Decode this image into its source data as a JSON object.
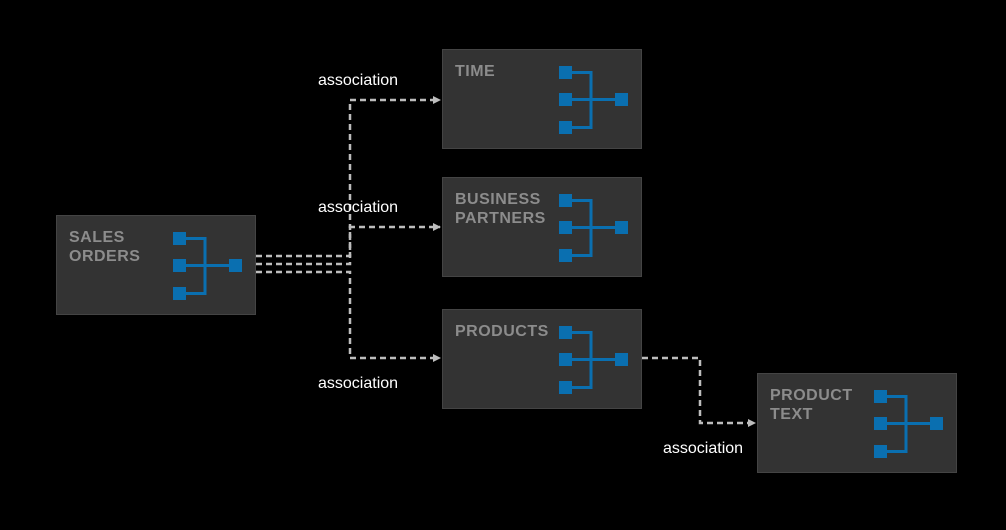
{
  "nodes": {
    "sales_orders": "SALES\nORDERS",
    "time": "TIME",
    "business_partners": "BUSINESS\nPARTNERS",
    "products": "PRODUCTS",
    "product_text": "PRODUCT\nTEXT"
  },
  "edges": {
    "time": "association",
    "business_partners": "association",
    "products": "association",
    "product_text": "association"
  },
  "colors": {
    "background": "#000000",
    "node_fill": "#333333",
    "node_text": "#8c8c8c",
    "icon_blue": "#0a6fb0",
    "connector": "#bdbdbd",
    "label_text": "#ffffff"
  },
  "icons": {
    "entity": "hierarchy-icon"
  }
}
